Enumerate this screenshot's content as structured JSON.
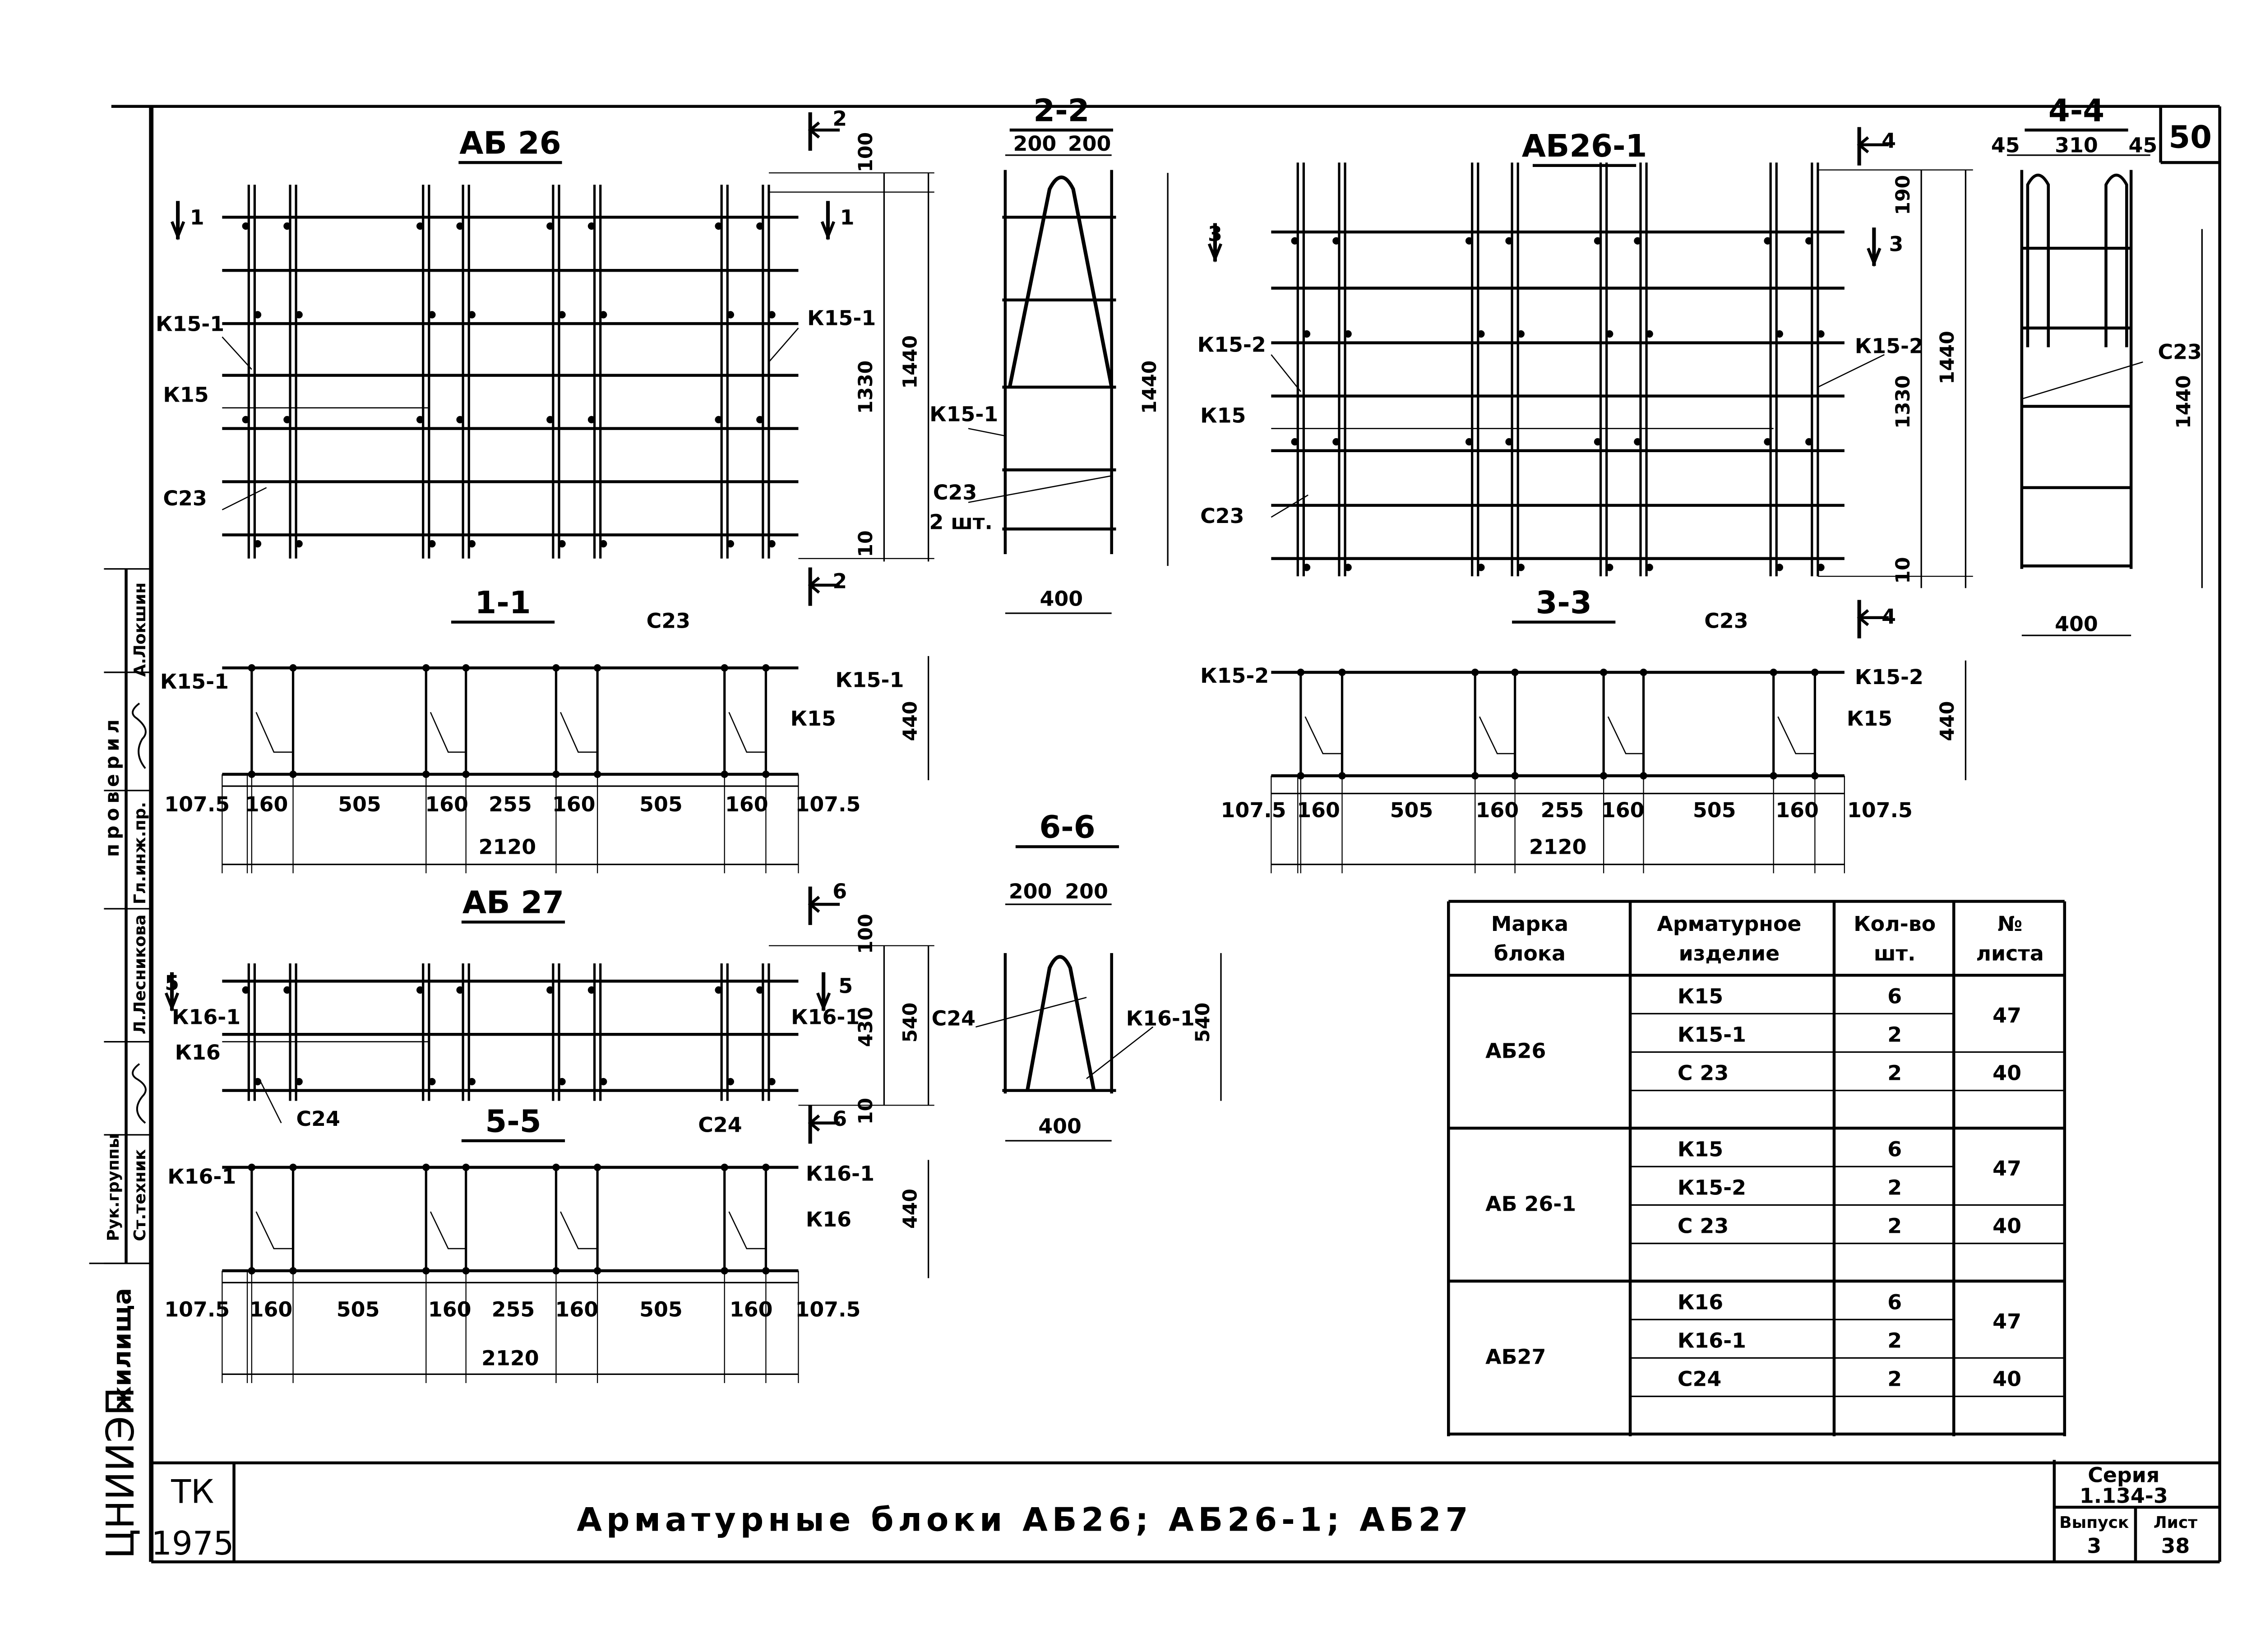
{
  "sheet_number": "50",
  "views": {
    "ab26": {
      "title": "АБ 26",
      "labels": [
        "К15-1",
        "К15",
        "С23",
        "К15-1",
        "1",
        "1",
        "2",
        "2",
        "100",
        "1330",
        "1440",
        "10"
      ]
    },
    "sec22": {
      "title": "2-2",
      "labels": [
        "200",
        "200",
        "1440",
        "К15-1",
        "С23",
        "2 шт.",
        "400"
      ]
    },
    "sec11": {
      "title": "1-1",
      "labels": [
        "К15-1",
        "С23",
        "К15-1",
        "К15",
        "440",
        "107.5",
        "160",
        "505",
        "160",
        "255",
        "160",
        "505",
        "160",
        "107.5",
        "2120"
      ]
    },
    "ab261": {
      "title": "АБ26-1",
      "labels": [
        "3",
        "3",
        "4",
        "4",
        "К15-2",
        "К15",
        "С23",
        "К15-2",
        "190",
        "1330",
        "1440",
        "10"
      ]
    },
    "sec33": {
      "title": "3-3",
      "labels": [
        "С23",
        "К15-2",
        "К15-2",
        "К15",
        "440",
        "107.5",
        "160",
        "505",
        "160",
        "255",
        "160",
        "505",
        "160",
        "107.5",
        "2120"
      ]
    },
    "sec44": {
      "title": "4-4",
      "labels": [
        "45",
        "310",
        "45",
        "С23",
        "1440",
        "400"
      ]
    },
    "ab27": {
      "title": "АБ 27",
      "labels": [
        "5",
        "5",
        "6",
        "6",
        "К16-1",
        "К16",
        "С24",
        "К16-1",
        "100",
        "430",
        "540",
        "10"
      ]
    },
    "sec55": {
      "title": "5-5",
      "labels": [
        "С24",
        "К16-1",
        "К16-1",
        "К16",
        "440",
        "107.5",
        "160",
        "505",
        "160",
        "255",
        "160",
        "505",
        "160",
        "107.5",
        "2120"
      ]
    },
    "sec66": {
      "title": "6-6",
      "labels": [
        "200",
        "200",
        "С24",
        "К16-1",
        "540",
        "400"
      ]
    }
  },
  "table": {
    "headers": [
      [
        "Марка",
        "блока"
      ],
      [
        "Арматурное",
        "изделие"
      ],
      [
        "Кол-во",
        "шт."
      ],
      [
        "№",
        "листа"
      ]
    ],
    "groups": [
      {
        "block": "АБ26",
        "rows": [
          [
            "К15",
            "6"
          ],
          [
            "К15-1",
            "2"
          ],
          [
            "С 23",
            "2"
          ]
        ],
        "sheets": [
          "47",
          "40"
        ]
      },
      {
        "block": "АБ 26-1",
        "rows": [
          [
            "К15",
            "6"
          ],
          [
            "К15-2",
            "2"
          ],
          [
            "С 23",
            "2"
          ]
        ],
        "sheets": [
          "47",
          "40"
        ]
      },
      {
        "block": "АБ27",
        "rows": [
          [
            "К16",
            "6"
          ],
          [
            "К16-1",
            "2"
          ],
          [
            "С24",
            "2"
          ]
        ],
        "sheets": [
          "47",
          "40"
        ]
      }
    ]
  },
  "title_block": {
    "stamp_tk": "ТК",
    "year": "1975",
    "drawing_title": "Арматурные блоки АБ26; АБ26-1; АБ27",
    "series_label": "Серия",
    "series_value": "1.134-3",
    "issue_label": "Выпуск",
    "issue_value": "3",
    "sheet_label": "Лист",
    "sheet_value": "38"
  },
  "side_stamp": {
    "org": "ЦНИИЭП",
    "org2": "жилища",
    "checked": "проверил",
    "names": [
      "А.Локшин",
      "Гл.инж.пр.",
      "Л.Лесникова",
      "Рук.группы",
      "Ст.техник"
    ]
  }
}
